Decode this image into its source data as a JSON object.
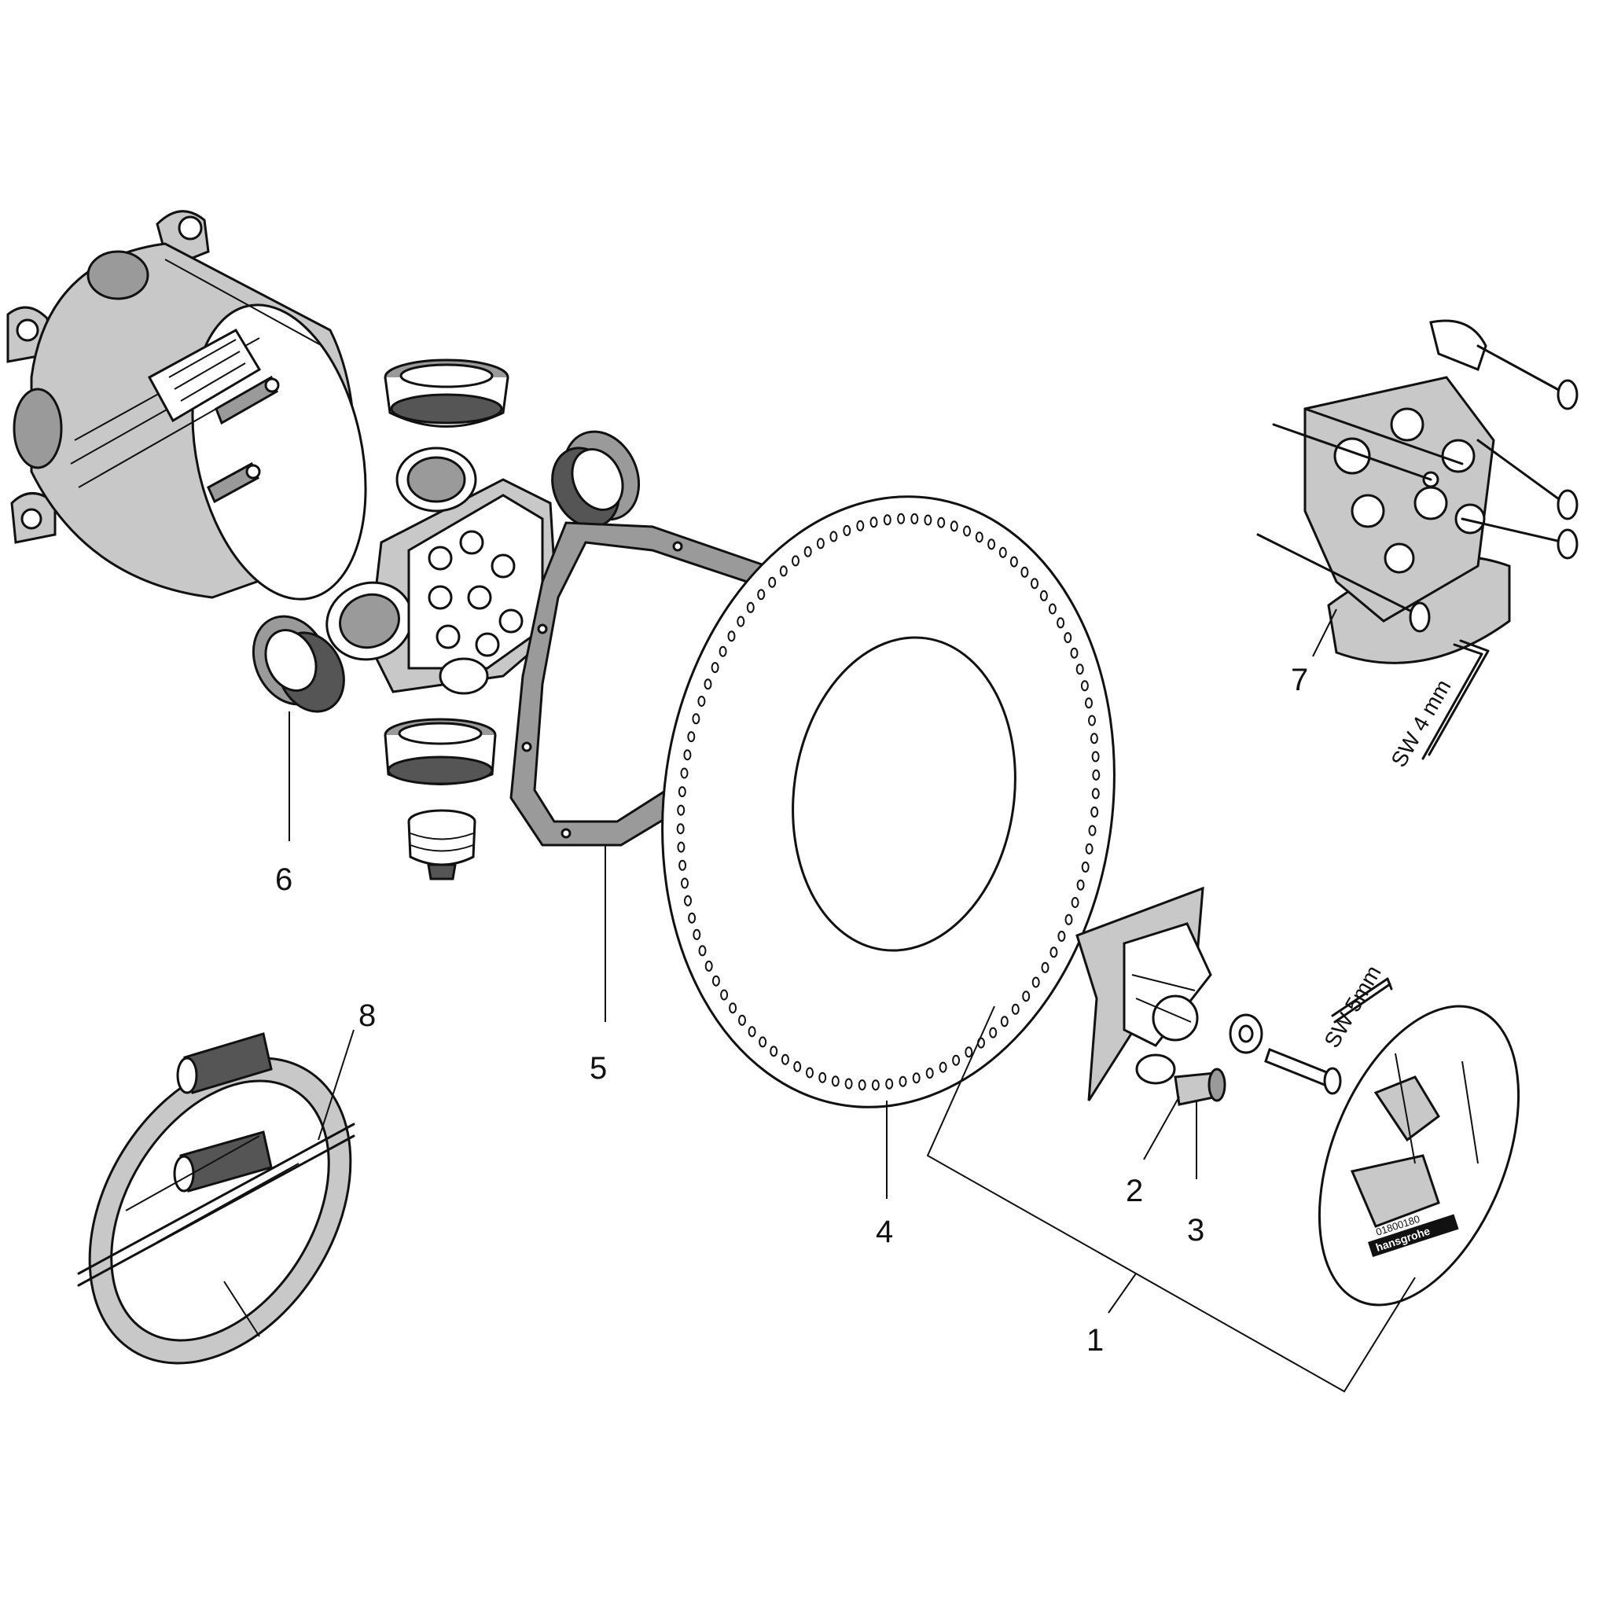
{
  "callouts": [
    {
      "number": "1"
    },
    {
      "number": "2"
    },
    {
      "number": "3"
    },
    {
      "number": "4"
    },
    {
      "number": "5"
    },
    {
      "number": "6"
    },
    {
      "number": "7"
    },
    {
      "number": "8"
    }
  ],
  "tools": {
    "hex_key_large": "SW 4 mm",
    "hex_key_small": "SW 5mm"
  },
  "template_card": {
    "brand": "hansgrohe",
    "product_code": "01800180"
  },
  "colors": {
    "line": "#111111",
    "part_grey": "#9a9a9a",
    "part_light": "#c8c8c8",
    "background": "#ffffff"
  }
}
